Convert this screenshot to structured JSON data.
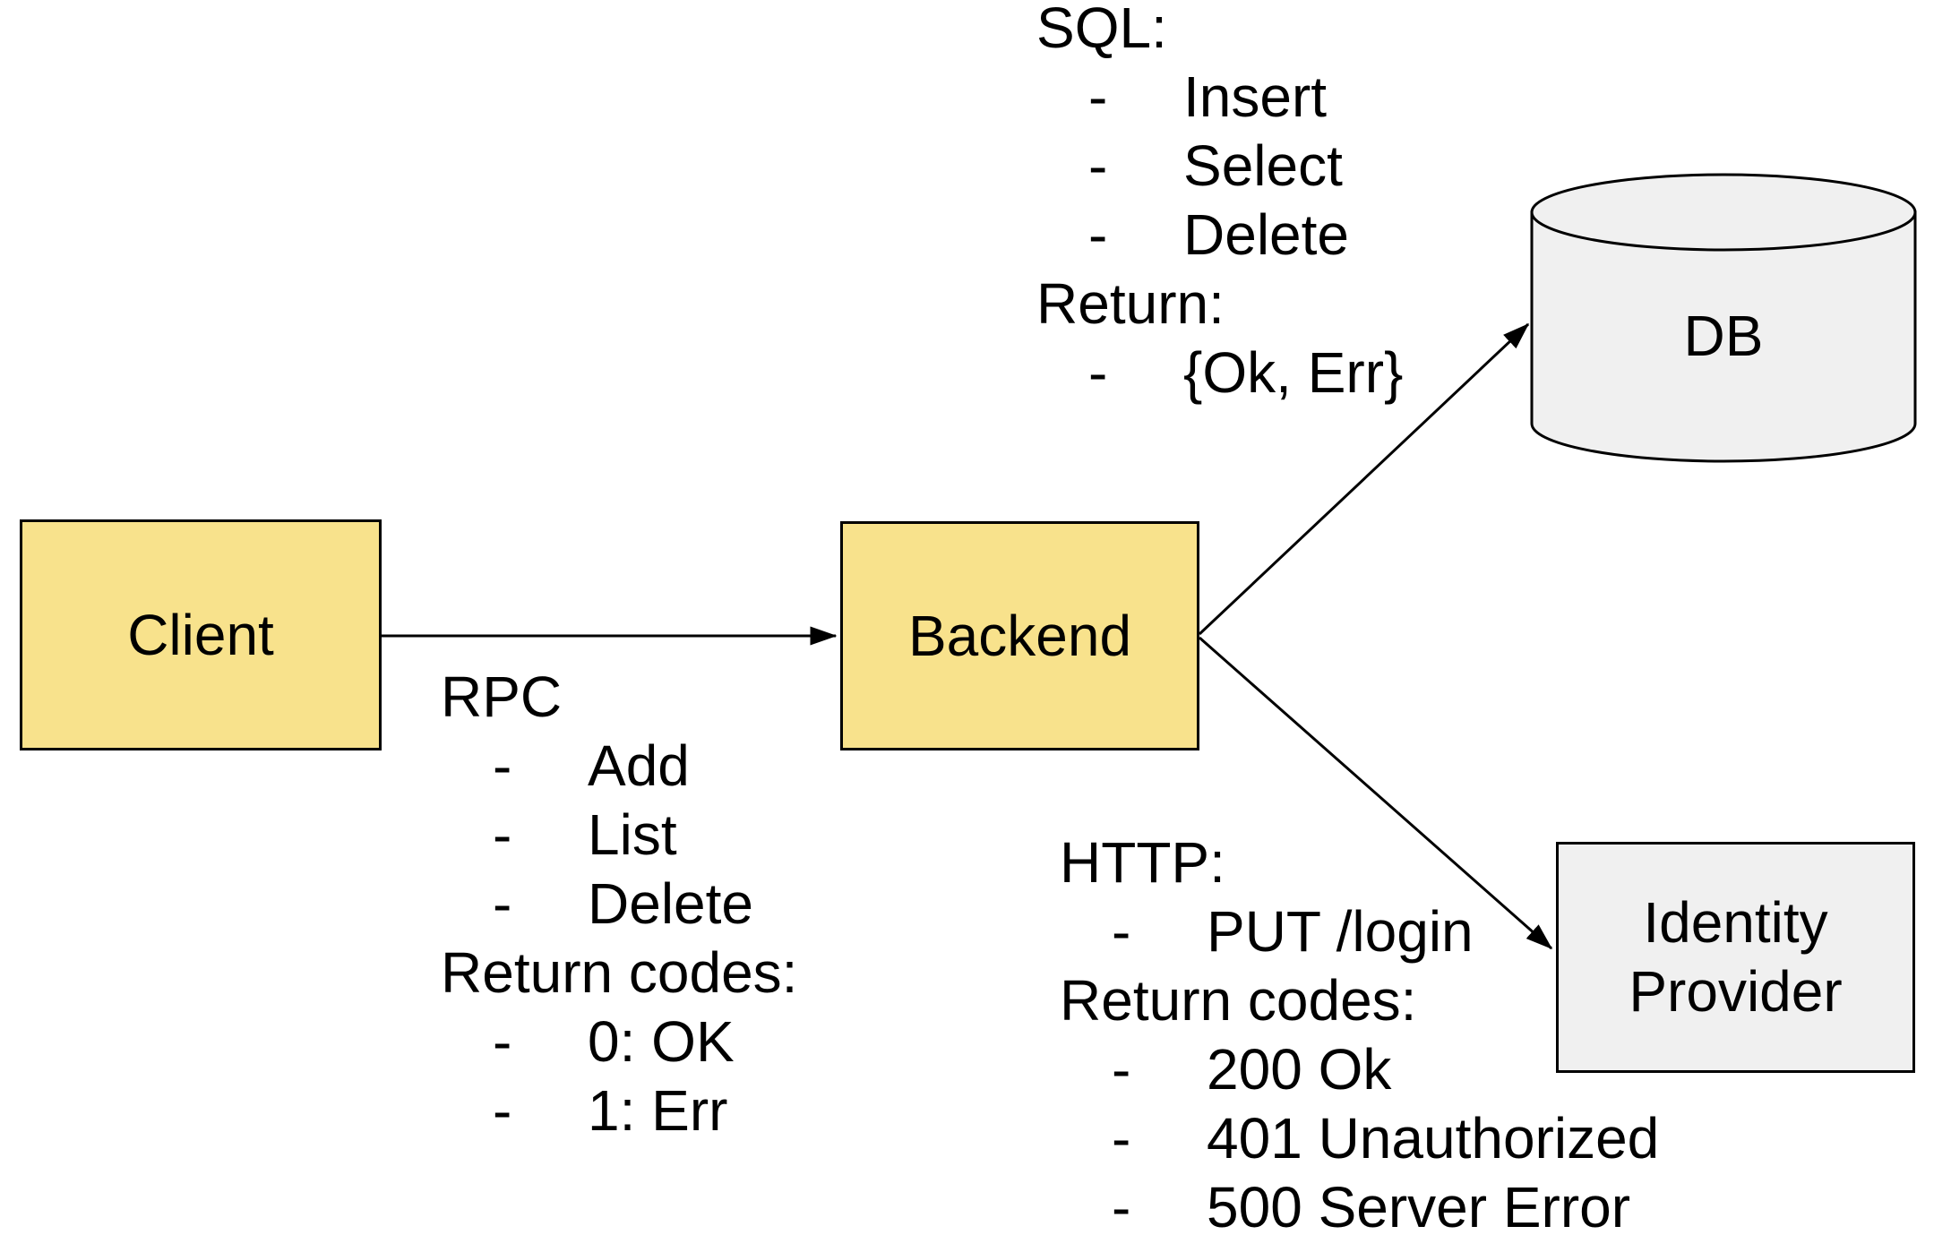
{
  "bullet_char": "-",
  "colors": {
    "node_yellow": "#F8E28C",
    "node_gray": "#F0F0F0",
    "ink": "#000000",
    "background": "#FFFFFF"
  },
  "nodes": {
    "client": {
      "label": "Client",
      "fill": "#F8E28C"
    },
    "backend": {
      "label": "Backend",
      "fill": "#F8E28C"
    },
    "db": {
      "label": "DB",
      "fill": "#F0F0F0"
    },
    "identity_provider": {
      "label": "Identity Provider",
      "fill": "#F0F0F0"
    }
  },
  "edges": [
    {
      "from": "Client",
      "to": "Backend"
    },
    {
      "from": "Backend",
      "to": "DB"
    },
    {
      "from": "Backend",
      "to": "Identity Provider"
    }
  ],
  "annotations": {
    "rpc": {
      "title": "RPC",
      "items": [
        "Add",
        "List",
        "Delete"
      ],
      "return_title": "Return codes:",
      "return_items": [
        "0: OK",
        "1: Err"
      ]
    },
    "sql": {
      "title": "SQL:",
      "items": [
        "Insert",
        "Select",
        "Delete"
      ],
      "return_title": "Return:",
      "return_items": [
        "{Ok, Err}"
      ]
    },
    "http": {
      "title": "HTTP:",
      "items": [
        "PUT /login"
      ],
      "return_title": "Return codes:",
      "return_items": [
        "200 Ok",
        "401 Unauthorized",
        "500 Server Error"
      ]
    }
  }
}
